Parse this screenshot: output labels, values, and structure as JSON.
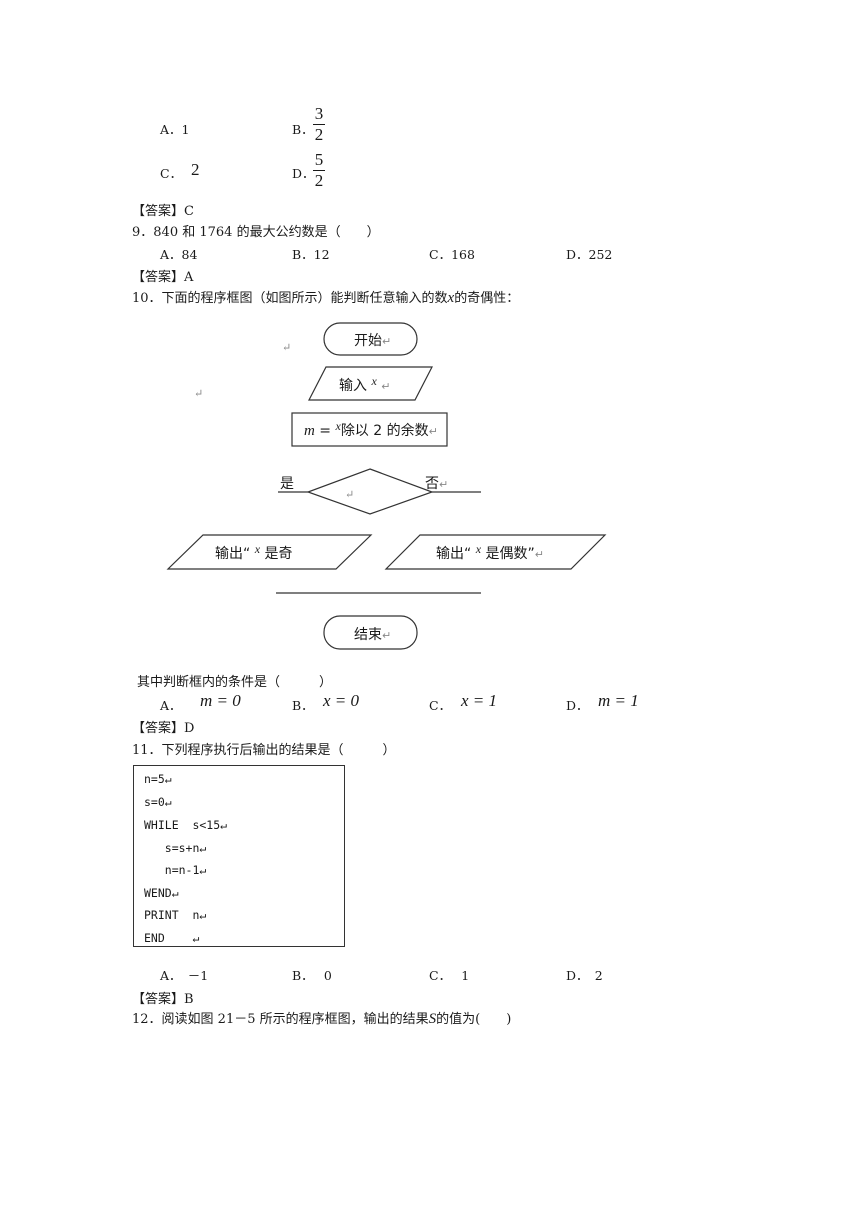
{
  "q8_options": {
    "a": {
      "label": "A．",
      "value": "1"
    },
    "b": {
      "label": "B．",
      "num": "3",
      "den": "2"
    },
    "c": {
      "label": "C．",
      "value": "2"
    },
    "d": {
      "label": "D．",
      "num": "5",
      "den": "2"
    }
  },
  "q8_answer": "【答案】C",
  "q9": {
    "stem": "9．840 和 1764 的最大公约数是（　　）",
    "options": [
      "A．84",
      "B．12",
      "C．168",
      "D．252"
    ],
    "answer": "【答案】A"
  },
  "q10": {
    "stem_prefix": "10．下面的程序框图（如图所示）能判断任意输入的数",
    "stem_var": "x",
    "stem_suffix": "的奇偶性：",
    "flowchart": {
      "start": "开始",
      "input_label": "输入",
      "input_var": "x",
      "process_var_m": "m",
      "process_eq": "=",
      "process_var_x": "x",
      "process_text": "除以 2 的余数",
      "yes": "是",
      "no": "否",
      "out_left_prefix": "输出“",
      "out_left_var": "x",
      "out_left_suffix": "是奇",
      "out_right_prefix": "输出“",
      "out_right_var": "x",
      "out_right_suffix": "是偶数”",
      "end": "结束",
      "return_mark": "↵"
    },
    "sub_stem": "其中判断框内的条件是（　　　）",
    "options": [
      {
        "label": "A．",
        "expr": "m = 0"
      },
      {
        "label": "B．",
        "expr": "x = 0"
      },
      {
        "label": "C．",
        "expr": "x = 1"
      },
      {
        "label": "D．",
        "expr": "m = 1"
      }
    ],
    "answer": "【答案】D"
  },
  "q11": {
    "stem": "11．下列程序执行后输出的结果是（　　　）",
    "code": [
      "n=5↵",
      "s=0↵",
      "WHILE  s<15↵",
      "   s=s+n↵",
      "   n=n-1↵",
      "WEND↵",
      "PRINT  n↵",
      "END    ↵"
    ],
    "options": [
      "A．　－1",
      "B．　 0",
      "C．　 1",
      "D．　2"
    ],
    "answer": "【答案】B"
  },
  "q12": {
    "stem_prefix": "12．阅读如图 21－5 所示的程序框图，输出的结果",
    "stem_var": "S",
    "stem_suffix": "的值为(　　)"
  }
}
